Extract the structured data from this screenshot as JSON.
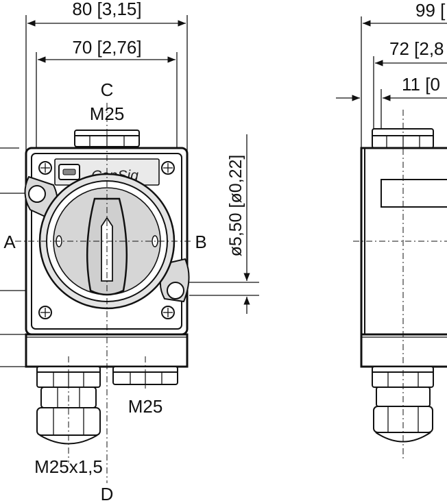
{
  "dimensions": {
    "width_total": "80 [3,15]",
    "width_inner": "70 [2,76]",
    "side_depth_total": "99 [",
    "side_depth_mid": "72 [2,8",
    "side_depth_small": "11 [0",
    "hole_diameter": "ø5,50 [ø0,22]"
  },
  "labels": {
    "top_port": "C",
    "bottom_port": "D",
    "left_side": "A",
    "right_side": "B",
    "top_thread": "M25",
    "bottom_thread_right": "M25",
    "bottom_thread_left": "M25x1,5"
  },
  "logo_text": "ConSig"
}
